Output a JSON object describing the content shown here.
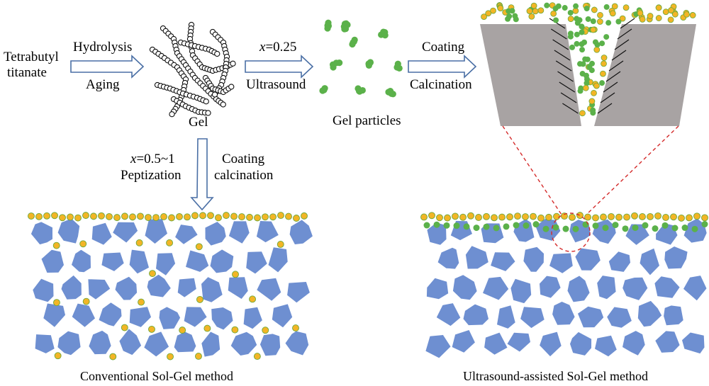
{
  "labels": {
    "precursor_line1": "Tetrabutyl",
    "precursor_line2": "titanate",
    "step1_top": "Hydrolysis",
    "step1_bottom": "Aging",
    "gel": "Gel",
    "x_value_prefix": "x",
    "step2_top_value": "=0.25",
    "step2_bottom": "Ultrasound",
    "gel_particles": "Gel particles",
    "step3_top": "Coating",
    "step3_bottom": "Calcination",
    "down_top_value": "=0.5~1",
    "down_line2": "Peptization",
    "down_right_line1": "Coating",
    "down_right_line2": "calcination",
    "caption_left": "Conventional Sol-Gel method",
    "caption_right": "Ultrasound-assisted Sol-Gel method"
  },
  "colors": {
    "substrate_particle": "#6e8fd1",
    "tio2_particle_fill": "#f2b526",
    "tio2_particle_stroke": "#6aa83a",
    "gel_particle": "#5bb14a",
    "pore_wall": "#a8a3a3",
    "arrow_stroke": "#4a6fa5",
    "zoom_line": "#d42a2a"
  },
  "icons": {
    "process_arrow": "hollow-arrow-icon",
    "gel_network": "bead-chain-network-icon",
    "gel_particles": "green-cluster-icon",
    "pore": "v-shaped-pore-icon"
  }
}
